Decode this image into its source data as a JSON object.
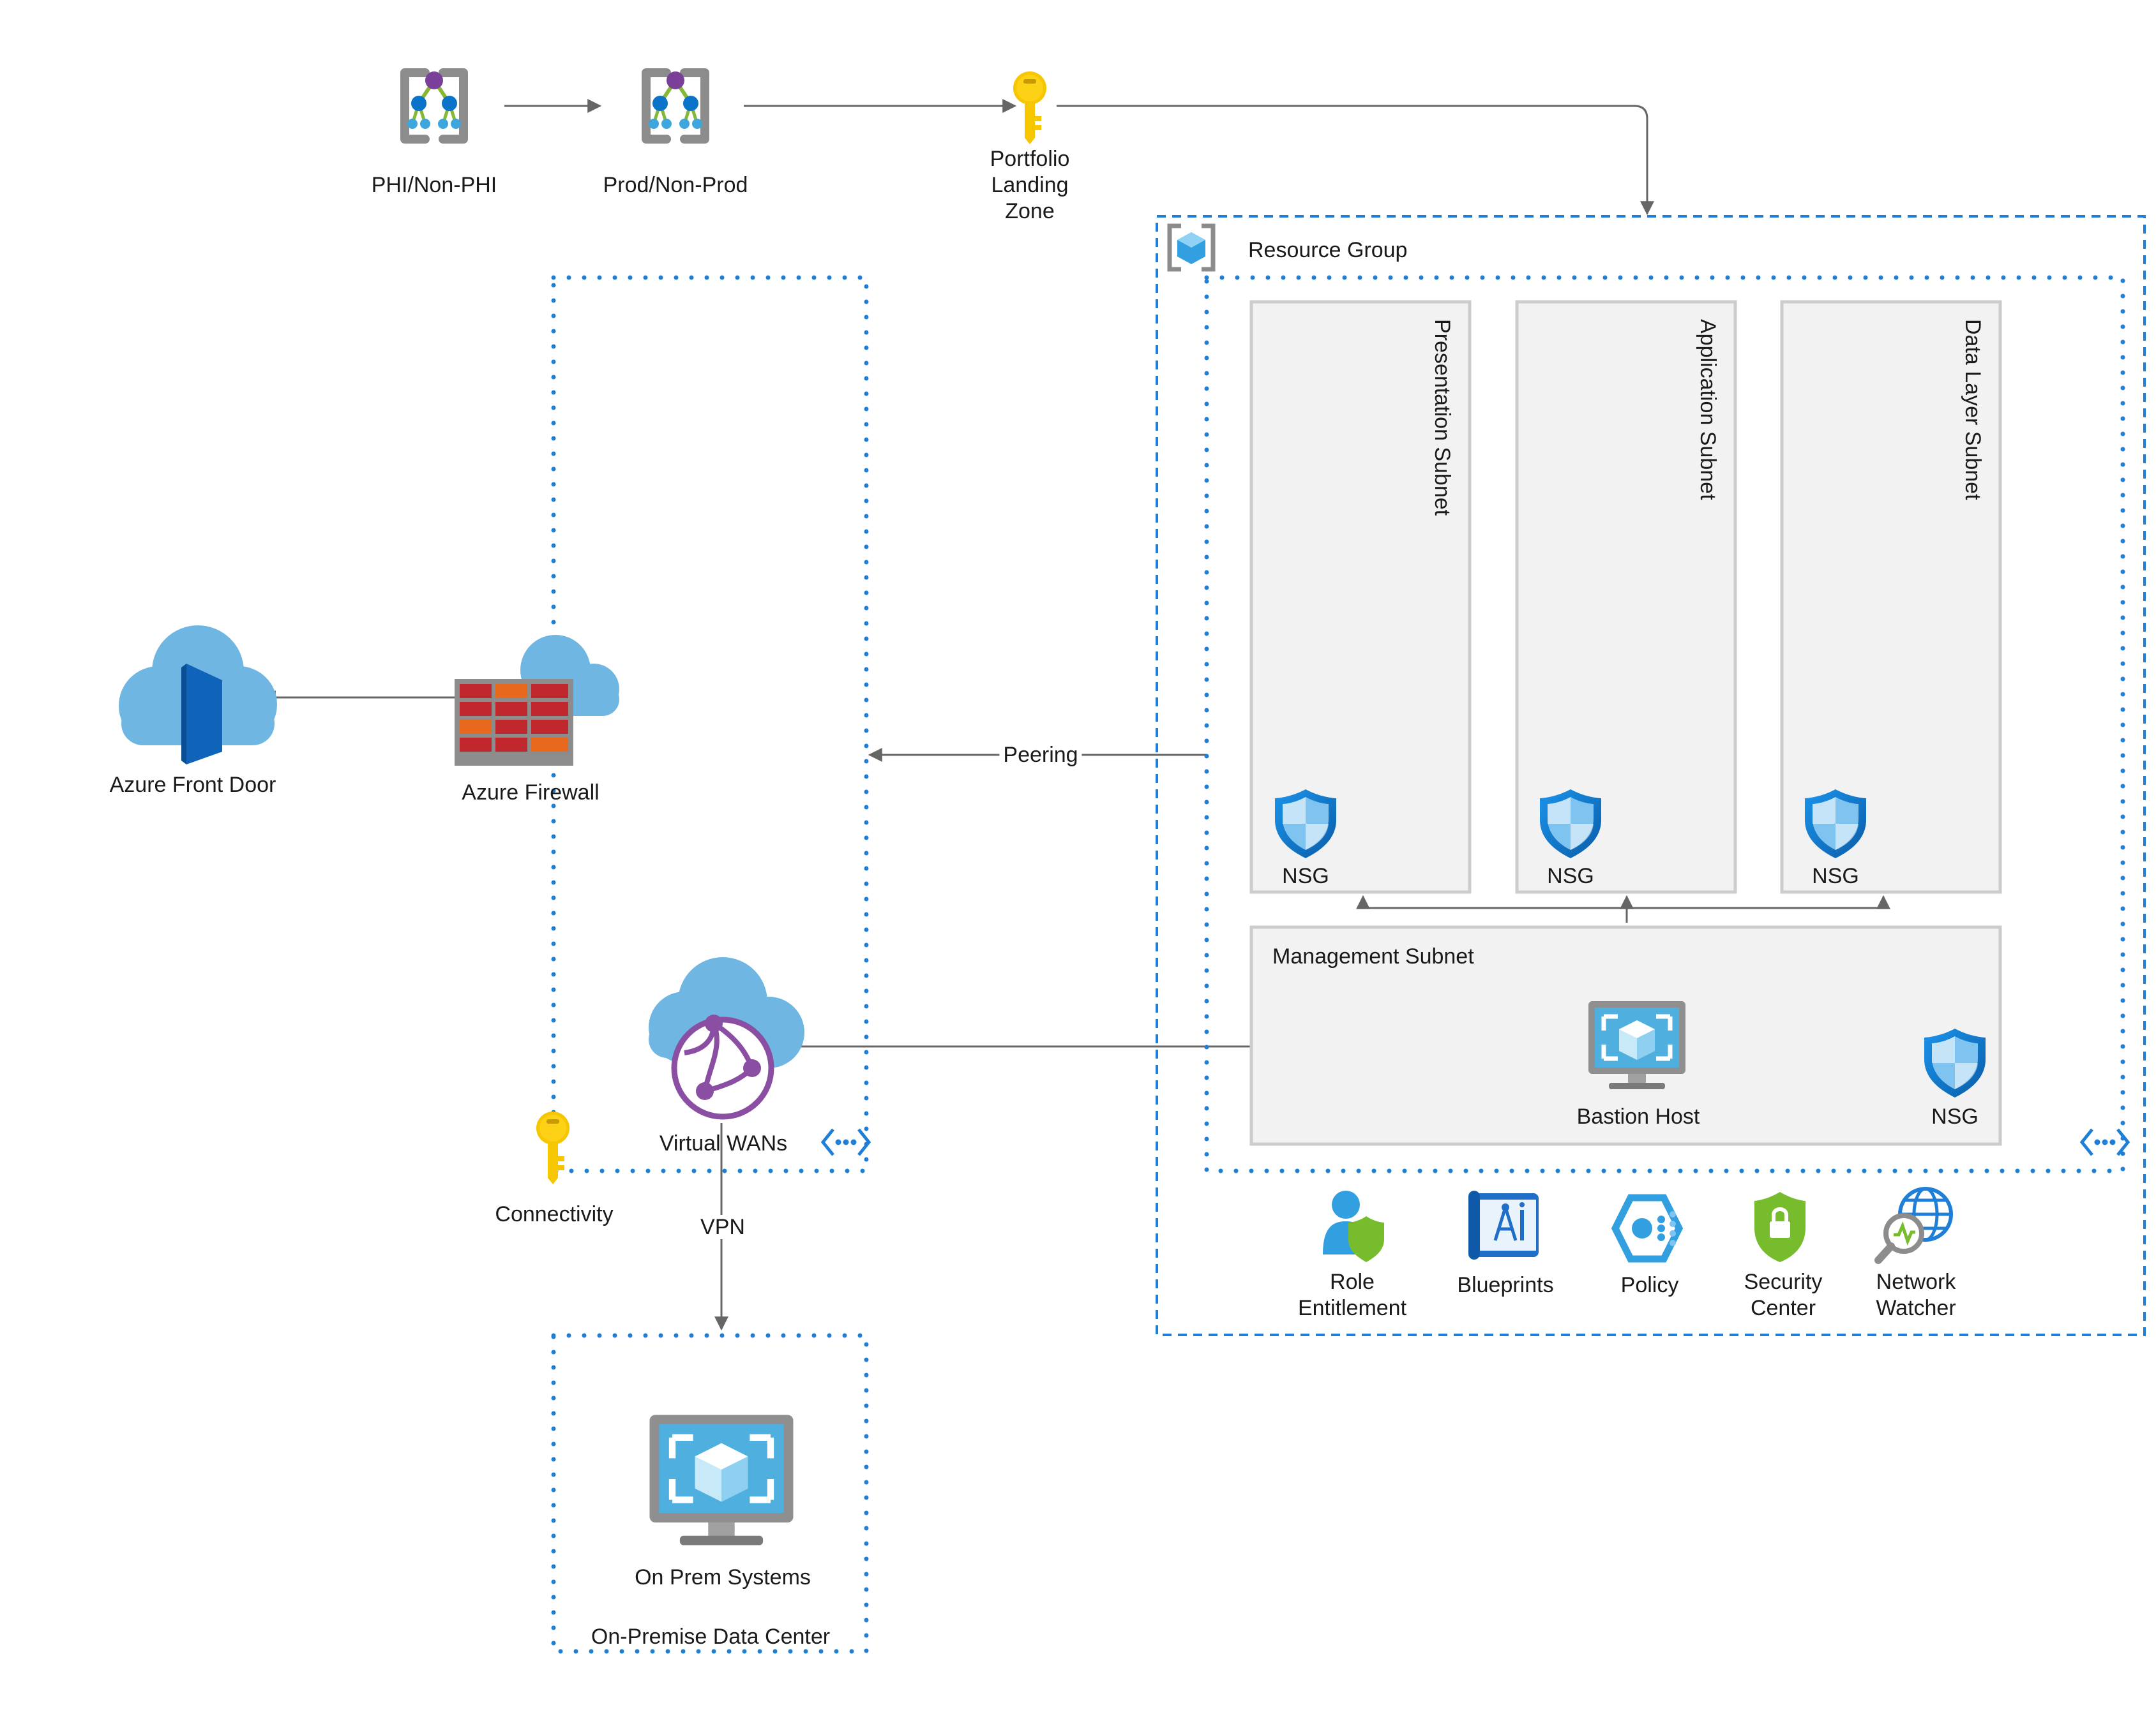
{
  "top": {
    "phi_label": "PHI/Non-PHI",
    "prod_label": "Prod/Non-Prod",
    "portfolio_label_lines": [
      "Portfolio",
      "Landing",
      "Zone"
    ]
  },
  "hub": {
    "connectivity_label": "Connectivity",
    "firewall_label": "Azure Firewall",
    "front_door_label": "Azure Front Door",
    "virtual_wans_label": "Virtual WANs",
    "peering_label": "Peering",
    "vpn_label": "VPN"
  },
  "resource_group": {
    "title": "Resource Group",
    "subnets": [
      {
        "name": "Presentation Subnet",
        "nsg": "NSG"
      },
      {
        "name": "Application Subnet",
        "nsg": "NSG"
      },
      {
        "name": "Data Layer Subnet",
        "nsg": "NSG"
      }
    ],
    "management": {
      "name": "Management Subnet",
      "bastion_label": "Bastion Host",
      "nsg": "NSG"
    },
    "services": [
      {
        "lines": [
          "Role",
          "Entitlement"
        ],
        "icon": "role-entitlement-icon"
      },
      {
        "lines": [
          "Blueprints"
        ],
        "icon": "blueprints-icon"
      },
      {
        "lines": [
          "Policy"
        ],
        "icon": "policy-icon"
      },
      {
        "lines": [
          "Security",
          "Center"
        ],
        "icon": "security-center-icon"
      },
      {
        "lines": [
          "Network",
          "Watcher"
        ],
        "icon": "network-watcher-icon"
      }
    ]
  },
  "onprem": {
    "systems_label": "On Prem Systems",
    "datacenter_label": "On-Premise Data Center"
  },
  "colors": {
    "azure_blue": "#0f78d4",
    "dot_blue": "#1f7fd6",
    "cloud_blue": "#6fb7e2",
    "line_gray": "#666666",
    "subnet_fill": "#f2f2f2",
    "subnet_border": "#cccccc",
    "key_yellow": "#fcd116",
    "policy_purple": "#8a4ea3",
    "security_green": "#76bc2d",
    "firewall_red": "#c0272d"
  }
}
